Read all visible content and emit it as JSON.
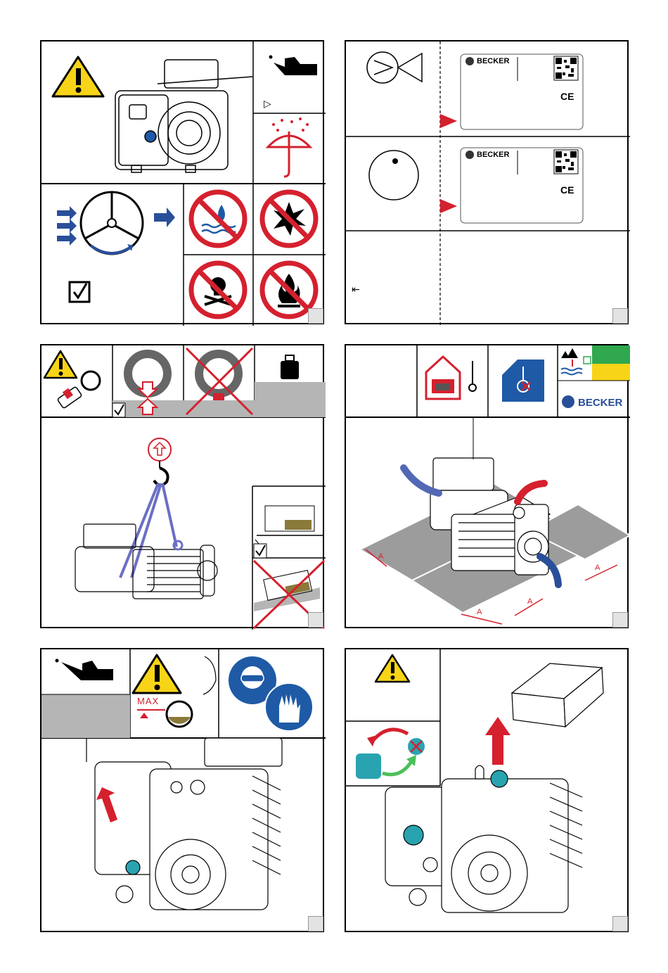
{
  "brand": "BECKER",
  "ce_mark": "CE",
  "oil_level_label": "MAX",
  "arrow_glyph": "▷",
  "return_glyph": "⇤",
  "clearance_label": "A",
  "colors": {
    "warning_yellow": "#f7d417",
    "prohibition_red": "#d5202e",
    "mandatory_blue": "#1f5aa6",
    "arrow_blue": "#2a4f9a",
    "arrow_red": "#d5202e",
    "ok_green": "#2fa84f",
    "panel_gray": "#b5b5b5"
  },
  "panels": [
    {
      "name": "delivery-storage"
    },
    {
      "name": "nameplate"
    },
    {
      "name": "lifting-transport"
    },
    {
      "name": "installation-clearance"
    },
    {
      "name": "oil-filling"
    },
    {
      "name": "oil-fill-plug"
    }
  ]
}
